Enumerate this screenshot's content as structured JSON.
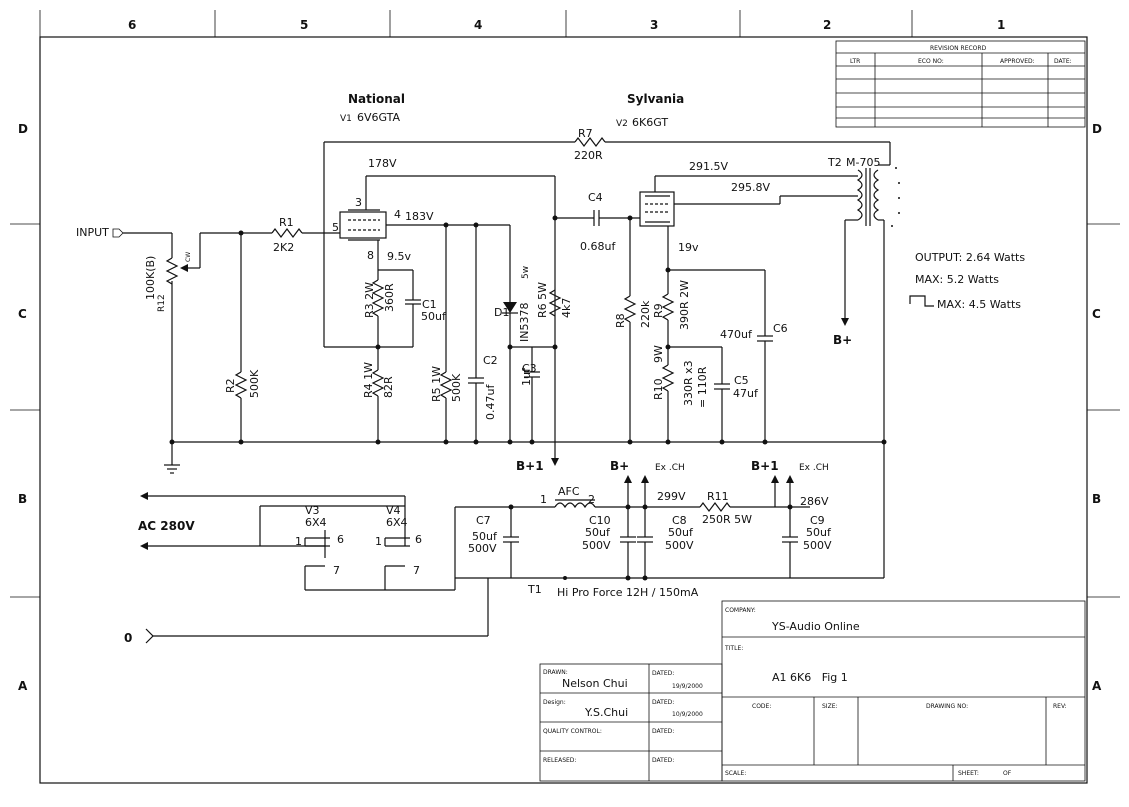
{
  "grid": {
    "columns": [
      "6",
      "5",
      "4",
      "3",
      "2",
      "1"
    ],
    "rows": [
      "D",
      "C",
      "B",
      "A"
    ]
  },
  "revision": {
    "title": "REVISION RECORD",
    "headers": [
      "LTR",
      "ECO NO:",
      "APPROVED:",
      "DATE:"
    ]
  },
  "tubes": {
    "v1_maker": "National",
    "v1_ref": "V1",
    "v1_type": "6V6GTA",
    "v2_maker": "Sylvania",
    "v2_ref": "V2",
    "v2_type": "6K6GT"
  },
  "labels": {
    "input": "INPUT",
    "r12": "R12",
    "r12_val": "100K(B)",
    "cw": "CW",
    "r1": "R1",
    "r1_val": "2K2",
    "r2": "R2",
    "r2_val": "500K",
    "r7": "R7",
    "r7_val": "220R",
    "v178": "178V",
    "pin3": "3",
    "pin4": "4",
    "v183": "183V",
    "pin5": "5",
    "pin8": "8",
    "v95": "9.5v",
    "r3": "R3 2W",
    "r3_val": "360R",
    "c1": "C1",
    "c1_val": "50uf",
    "r4": "R4 1W",
    "r4_val": "82R",
    "r5": "R5 1W",
    "r5_val": "500K",
    "c2": "C2",
    "c2_val": "0.47uf",
    "d1": "D1",
    "d1_val": "IN5378",
    "d1_w": "5w",
    "c3": "C3",
    "c3_val": "1uf",
    "r6": "R6 5W",
    "r6_val": "4k7",
    "c4": "C4",
    "c4_val": "0.68uf",
    "v2915": "291.5V",
    "v2958": "295.8V",
    "t2": "T2",
    "t2_val": "M-705",
    "v19": "19v",
    "r8": "R8",
    "r8_val": "220k",
    "r9": "R9",
    "r9_val": "390R 2W",
    "c6": "C6",
    "c6_val": "470uf",
    "r10": "R10",
    "r10_w": "9W",
    "r10_val": "330R x3",
    "r10_eq": "= 110R",
    "c5": "C5",
    "c5_val": "47uf",
    "bplus": "B+",
    "bplus1": "B+1",
    "exch": "Ex .CH",
    "ac": "AC 280V",
    "v3": "V3",
    "v3_type": "6X4",
    "v4": "V4",
    "v4_type": "6X4",
    "p1": "1",
    "p6": "6",
    "p7": "7",
    "afc": "AFC",
    "afc1": "1",
    "afc2": "2",
    "v299": "299V",
    "r11": "R11",
    "r11_val": "250R 5W",
    "v286": "286V",
    "c7": "C7",
    "c7_val": "50uf",
    "c7_v": "500V",
    "c10": "C10",
    "c10_val": "50uf",
    "c10_v": "500V",
    "c8": "C8",
    "c8_val": "50uf",
    "c8_v": "500V",
    "c9": "C9",
    "c9_val": "50uf",
    "c9_v": "500V",
    "t1": "T1",
    "t1_desc": "Hi Pro Force 12H / 150mA",
    "zero": "0"
  },
  "specs": {
    "output": "OUTPUT: 2.64 Watts",
    "max": "MAX: 5.2 Watts",
    "max_sq": "MAX: 4.5 Watts"
  },
  "title_block": {
    "company_label": "COMPANY:",
    "company": "YS-Audio Online",
    "title_label": "TITLE:",
    "title": "A1 6K6   Fig 1",
    "code_label": "CODE:",
    "size_label": "SIZE:",
    "drawing_no_label": "DRAWING NO:",
    "rev_label": "REV:",
    "scale_label": "SCALE:",
    "sheet_label": "SHEET:",
    "of_label": "OF",
    "drawn_label": "DRAWN:",
    "drawn": "Nelson Chui",
    "design_label": "Design:",
    "design": "Y.S.Chui",
    "dated_label": "DATED:",
    "drawn_date": "19/9/2000",
    "design_date": "10/9/2000",
    "qc_label": "QUALITY CONTROL:",
    "released_label": "RELEASED:"
  }
}
